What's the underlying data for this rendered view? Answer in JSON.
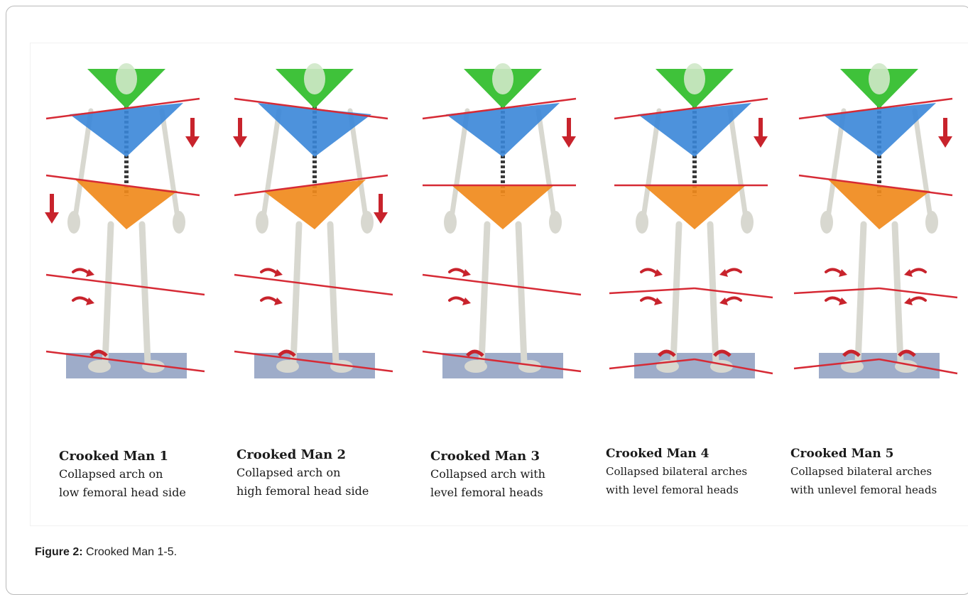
{
  "figure": {
    "label": "Figure 2:",
    "text": " Crooked Man 1-5."
  },
  "men": [
    {
      "title": "Crooked Man 1",
      "desc": "Collapsed arch on\nlow femoral head side",
      "shoulder_tilt": 1,
      "hip_tilt": -1,
      "knee_tilt": -1,
      "foot_tilt": -1,
      "hip_arrow": "left",
      "shoulder_arrow": "right",
      "bilateral": false
    },
    {
      "title": "Crooked Man 2",
      "desc": "Collapsed arch on\nhigh femoral head side",
      "shoulder_tilt": -1,
      "hip_tilt": 1,
      "knee_tilt": -1,
      "foot_tilt": -1,
      "hip_arrow": "right",
      "shoulder_arrow": "left",
      "bilateral": false
    },
    {
      "title": "Crooked Man 3",
      "desc": "Collapsed arch with\nlevel femoral heads",
      "shoulder_tilt": 1,
      "hip_tilt": 0,
      "knee_tilt": -1,
      "foot_tilt": -1,
      "hip_arrow": "none",
      "shoulder_arrow": "right",
      "bilateral": false
    },
    {
      "title": "Crooked Man 4",
      "desc": "Collapsed bilateral arches\nwith level femoral heads",
      "shoulder_tilt": 1,
      "hip_tilt": 0,
      "knee_tilt": 0,
      "foot_tilt": 0,
      "hip_arrow": "none",
      "shoulder_arrow": "right",
      "bilateral": true
    },
    {
      "title": "Crooked Man 5",
      "desc": "Collapsed bilateral arches\nwith unlevel femoral heads",
      "shoulder_tilt": 1,
      "hip_tilt": -1,
      "knee_tilt": 0,
      "foot_tilt": 0,
      "hip_arrow": "none",
      "shoulder_arrow": "right",
      "bilateral": true
    }
  ],
  "colors": {
    "head_triangle": "#3fc23a",
    "shoulder_triangle": "#3a86d8",
    "pelvis_triangle": "#f08a1c",
    "line": "#d62a35",
    "arrow": "#c8232c",
    "floor": "#8d9dbf",
    "bone": "#d8d8d0"
  }
}
